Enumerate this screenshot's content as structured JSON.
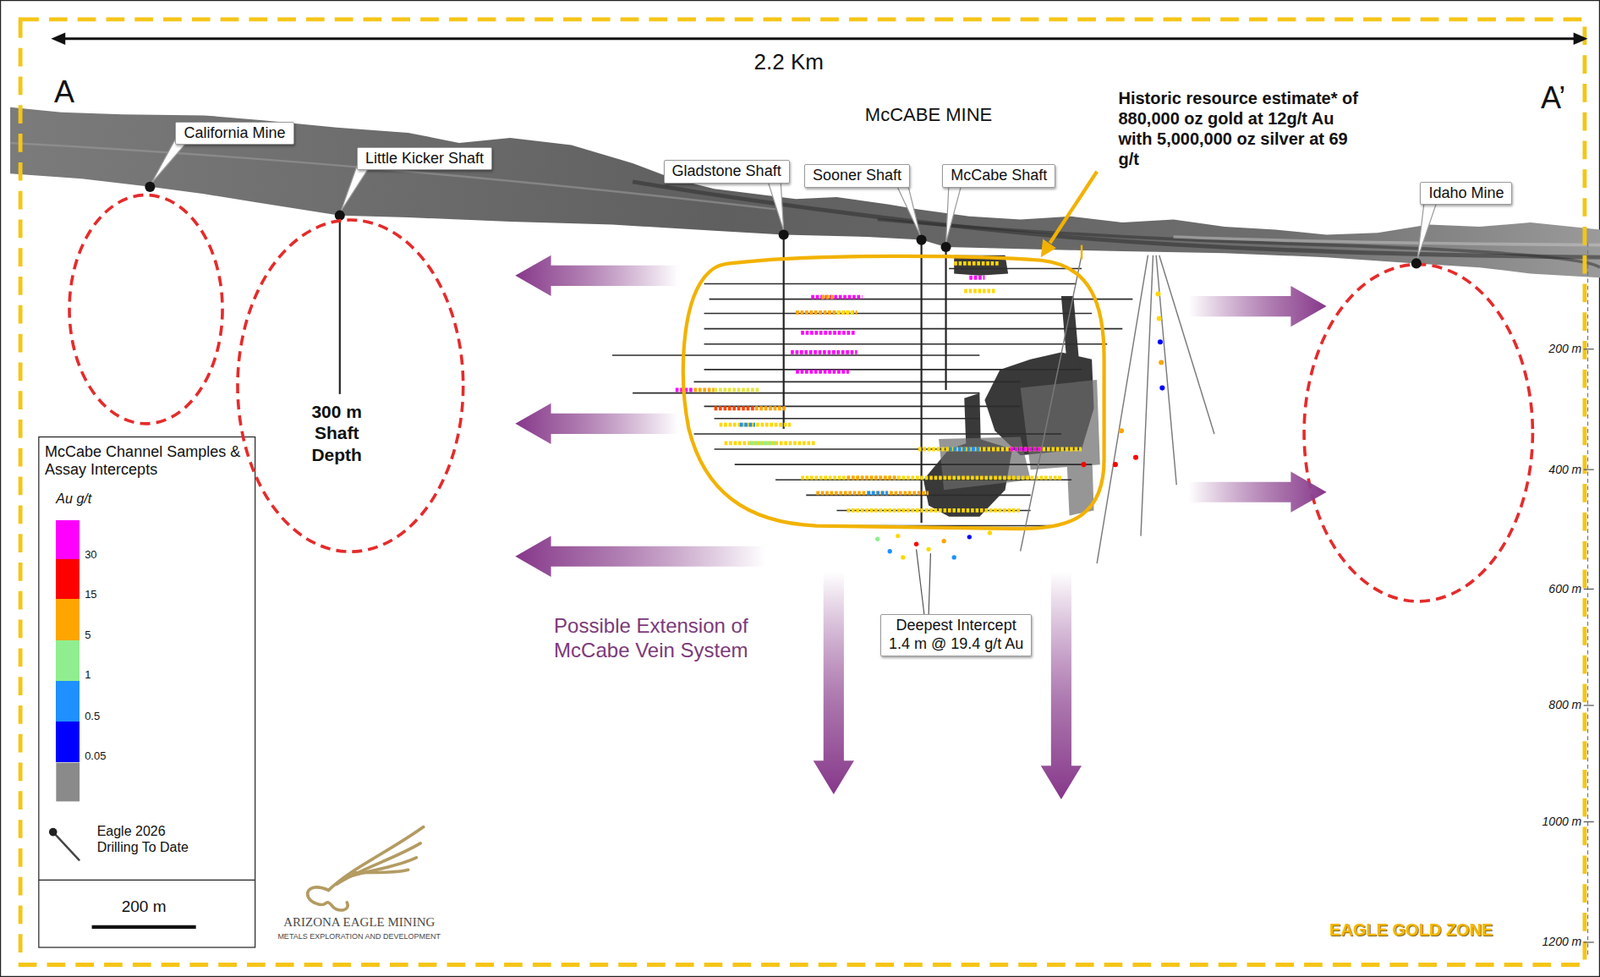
{
  "diagram": {
    "nodes": [
      {
        "text": [
          "California Mine"
        ]
      },
      {
        "text": [
          "Little Kicker Shaft"
        ]
      },
      {
        "text": [
          "300 m Shaft Depth"
        ]
      },
      {
        "text": [
          "Gladstone Shaft"
        ]
      },
      {
        "text": [
          "Sooner Shaft"
        ]
      },
      {
        "text": [
          "McCabe Shaft"
        ]
      },
      {
        "text": [
          "Idaho Mine"
        ]
      },
      {
        "text": [
          "Deepest Intercept",
          "1.4 m @ 19.4 g/t Au"
        ]
      }
    ],
    "labels": [
      "2.2 Km",
      "A",
      "A’",
      "McCABE MINE",
      "Historic resource estimate* of 880,000 oz gold at 12g/t Au with 5,000,000 oz silver at 69 g/t",
      "Possible Extension of McCabe Vein System",
      "McCabe Channel Samples & Assay Intercepts",
      "Au g/t",
      "200 m",
      "200 m",
      "400 m",
      "600 m",
      "800 m",
      "1000 m",
      "1200 m",
      "ARIZONA EAGLE MINING",
      "METALS EXPLORATION AND DEVELOPMENT",
      "EAGLE GOLD ZONE"
    ],
    "legend": [
      {
        "text": "30",
        "color": "#ff00ff"
      },
      {
        "text": "15",
        "color": "#ff0000"
      },
      {
        "text": "5",
        "color": "#ffa500"
      },
      {
        "text": "1",
        "color": "#90ee90"
      },
      {
        "text": "0.5",
        "color": "#1e90ff"
      },
      {
        "text": "0.05",
        "color": "#0000ff"
      },
      {
        "text": "Eagle 2026 Drilling To Date"
      }
    ]
  }
}
